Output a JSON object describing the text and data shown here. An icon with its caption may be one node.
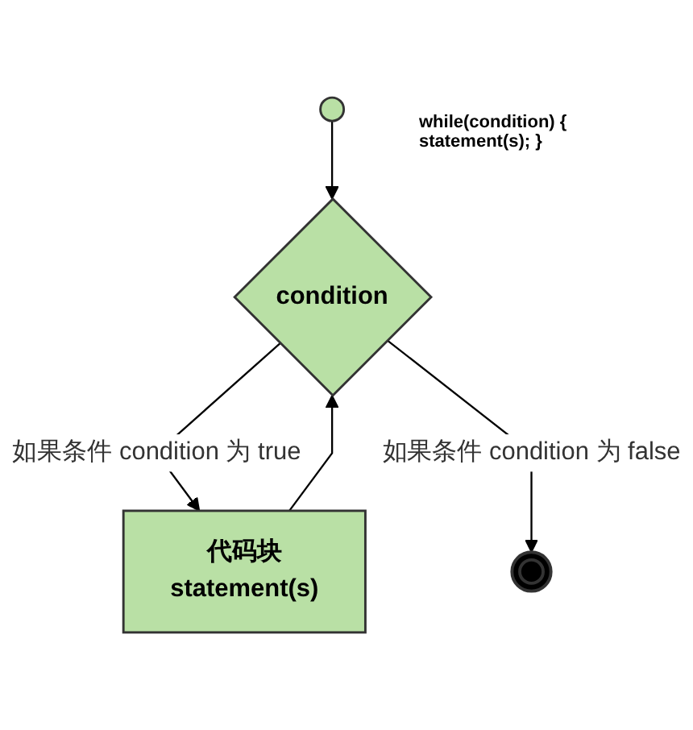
{
  "diagram": {
    "nodes": [
      {
        "text": [],
        "shape": "circle"
      },
      {
        "text": [
          "condition"
        ]
      },
      {
        "text": [
          "代码块",
          "statement(s)"
        ]
      },
      {
        "text": [],
        "shape": "circle"
      }
    ],
    "edges": [
      {
        "from": 0,
        "to": 1,
        "arrow": "to"
      },
      {
        "from": 1,
        "to": 2,
        "arrow": "to",
        "label": "如果条件 condition 为 true"
      },
      {
        "from": 2,
        "to": 1,
        "arrow": "to"
      },
      {
        "from": 1,
        "to": 3,
        "arrow": "to",
        "label": "如果条件 condition 为 false"
      }
    ],
    "labels": [
      "while(condition) { statement(s); }"
    ]
  }
}
